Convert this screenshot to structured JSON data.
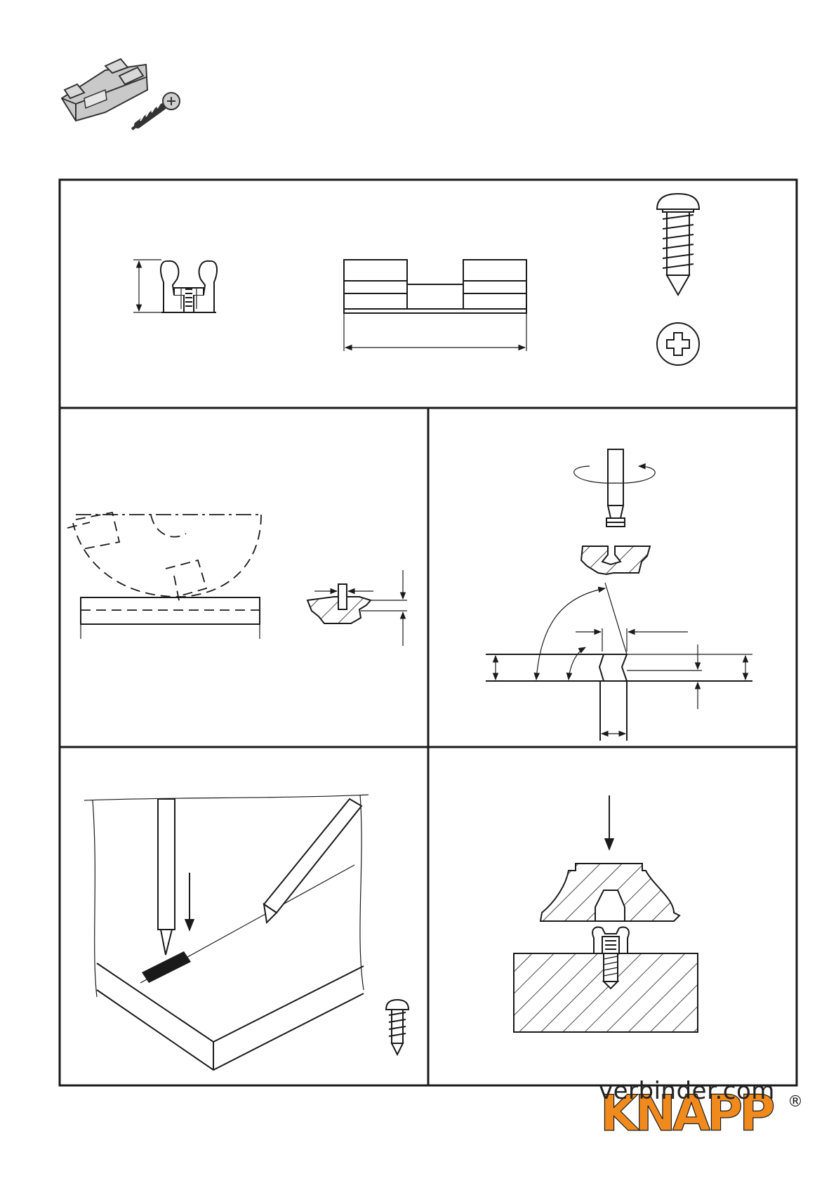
{
  "brand": {
    "name": "KNAPP",
    "registered_mark": "®",
    "website": "verbinder.com",
    "accent_color": "#f08a1c"
  },
  "panels": [
    {
      "id": "product-dimensions",
      "content": "clip profile, side view, screw and Phillips head"
    },
    {
      "id": "routing",
      "content": "router groove cutting"
    },
    {
      "id": "groove-profile",
      "content": "screw-in and dovetail groove geometry"
    },
    {
      "id": "mounting",
      "content": "screw clip onto board"
    },
    {
      "id": "assembly",
      "content": "push moulding onto clip"
    }
  ]
}
